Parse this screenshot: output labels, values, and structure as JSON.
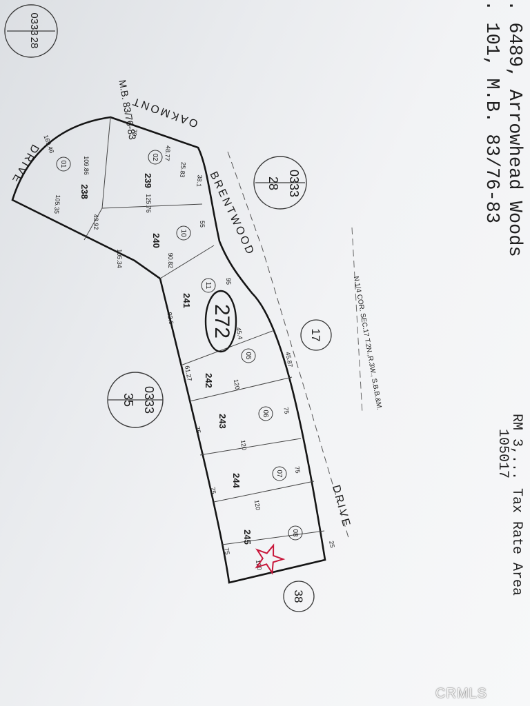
{
  "header": {
    "line1": ". 6489, Arrowhead Woods",
    "line2": ". 101, M.B. 83/76-83",
    "line3": "RM 3,... Tax Rate Area",
    "line4": "105017"
  },
  "book_page": {
    "main": "272",
    "circles": [
      {
        "top": "0333",
        "bottom": "28"
      },
      {
        "top": "0333",
        "bottom": "28"
      },
      {
        "top": "0333",
        "bottom": "35"
      }
    ],
    "circle_numbers": [
      "17",
      "38"
    ]
  },
  "streets": {
    "oakmont": "OAKMONT",
    "drive_top": "DRIVE",
    "brentwood": "BRENTWOOD",
    "drive_right": "DRIVE"
  },
  "plat_ref": "M.B. 83/76-83",
  "section_note": "N.1/4 COR. SEC.17 T.2N.,R.3W., S.B.B.&M.",
  "parcels": [
    {
      "num": "01",
      "lot": "238"
    },
    {
      "num": "02",
      "lot": "239"
    },
    {
      "num": "10",
      "lot": "240"
    },
    {
      "num": "11",
      "lot": "241"
    },
    {
      "num": "05",
      "lot": "242"
    },
    {
      "num": "06",
      "lot": "243"
    },
    {
      "num": "07",
      "lot": "244"
    },
    {
      "num": "08",
      "lot": "245"
    }
  ],
  "dimensions": [
    "169.46",
    "70",
    "48.77",
    "25.83",
    "109.86",
    "38.1",
    "125.76",
    "105.35",
    "43.92",
    "105.34",
    "55",
    "90.82",
    "95",
    "92.6",
    "45.4",
    "45.87",
    "61.27",
    "120",
    "75",
    "120",
    "75",
    "120",
    "75",
    "75",
    "120",
    "75",
    "25"
  ],
  "watermark": "CRMLS"
}
